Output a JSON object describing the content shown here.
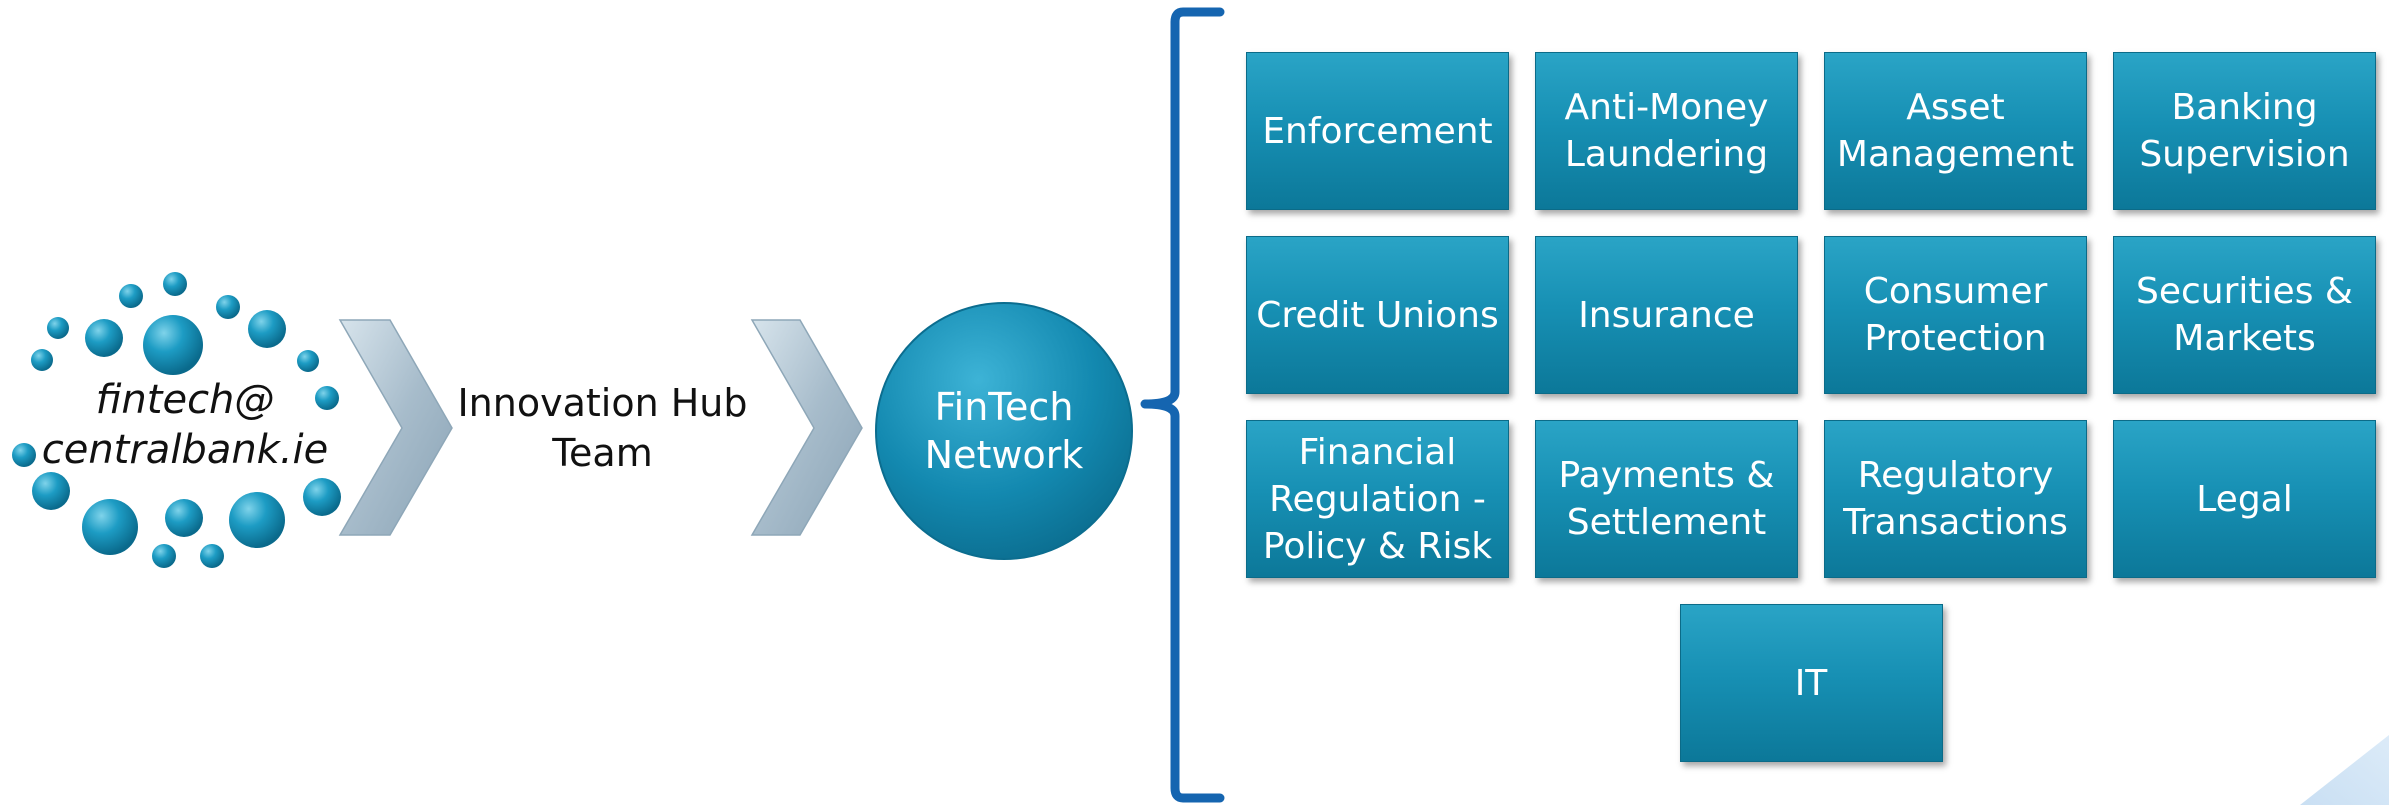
{
  "source": {
    "email_lines": [
      "fintech@",
      "centralbank.ie"
    ]
  },
  "team": {
    "label_lines": [
      "Innovation Hub",
      "Team"
    ]
  },
  "network": {
    "label_lines": [
      "FinTech",
      "Network"
    ]
  },
  "departments": [
    {
      "label": "Enforcement"
    },
    {
      "label": "Anti-Money Laundering"
    },
    {
      "label": "Asset Management"
    },
    {
      "label": "Banking Supervision"
    },
    {
      "label": "Credit Unions"
    },
    {
      "label": "Insurance"
    },
    {
      "label": "Consumer Protection"
    },
    {
      "label": "Securities & Markets"
    },
    {
      "label": "Financial Regulation - Policy & Risk"
    },
    {
      "label": "Payments & Settlement"
    },
    {
      "label": "Regulatory Transactions"
    },
    {
      "label": "Legal"
    },
    {
      "label": "IT"
    }
  ],
  "colors": {
    "node_blue": "#1a8fb5",
    "brace_blue": "#1565b0",
    "chevron_gray": "#a9bfcc"
  }
}
